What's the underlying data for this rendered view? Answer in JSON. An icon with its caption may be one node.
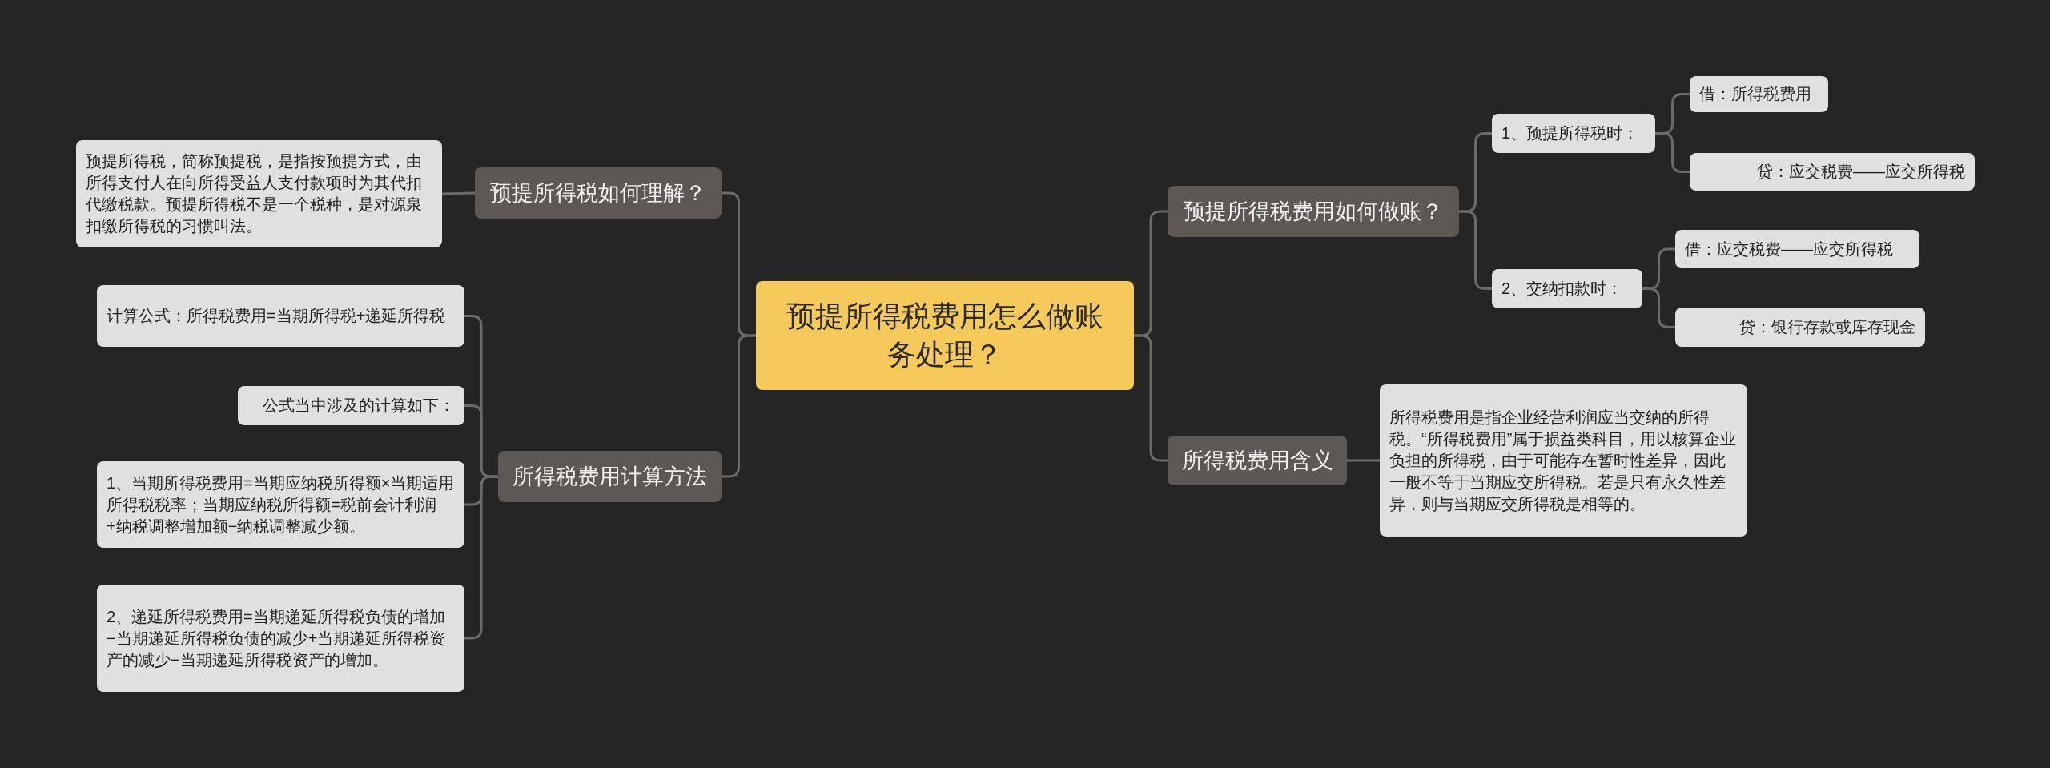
{
  "diagram": {
    "nodes": [
      {
        "text": [
          "预提所得税费用怎么做账务处理？"
        ]
      },
      {
        "text": [
          "预提所得税如何理解？"
        ]
      },
      {
        "text": [
          "预提所得税，简称预提税，是指按预提方式，由所得支付人在向所得受益人支付款项时为其代扣代缴税款。预提所得税不是一个税种，是对源泉扣缴所得税的习惯叫法。"
        ]
      },
      {
        "text": [
          "所得税费用计算方法"
        ]
      },
      {
        "text": [
          "计算公式：所得税费用=当期所得税+递延所得税"
        ]
      },
      {
        "text": [
          "公式当中涉及的计算如下："
        ]
      },
      {
        "text": [
          "1、当期所得税费用=当期应纳税所得额×当期适用所得税税率；当期应纳税所得额=税前会计利润+纳税调整增加额−纳税调整减少额。"
        ]
      },
      {
        "text": [
          "2、递延所得税费用=当期递延所得税负债的增加−当期递延所得税负债的减少+当期递延所得税资产的减少−当期递延所得税资产的增加。"
        ]
      },
      {
        "text": [
          "预提所得税费用如何做账？"
        ]
      },
      {
        "text": [
          "1、预提所得税时："
        ]
      },
      {
        "text": [
          "借：所得税费用"
        ]
      },
      {
        "text": [
          "贷：应交税费——应交所得税"
        ]
      },
      {
        "text": [
          "2、交纳扣款时："
        ]
      },
      {
        "text": [
          "借：应交税费——应交所得税"
        ]
      },
      {
        "text": [
          "贷：银行存款或库存现金"
        ]
      },
      {
        "text": [
          "所得税费用含义"
        ]
      },
      {
        "text": [
          "所得税费用是指企业经营利润应当交纳的所得税。“所得税费用”属于损益类科目，用以核算企业负担的所得税，由于可能存在暂时性差异，因此一般不等于当期应交所得税。若是只有永久性差异，则与当期应交所得税是相等的。"
        ]
      }
    ],
    "edges": [
      {
        "from": 0,
        "to": 1,
        "arrow": "none"
      },
      {
        "from": 1,
        "to": 2,
        "arrow": "none"
      },
      {
        "from": 0,
        "to": 3,
        "arrow": "none"
      },
      {
        "from": 3,
        "to": 4,
        "arrow": "none"
      },
      {
        "from": 3,
        "to": 5,
        "arrow": "none"
      },
      {
        "from": 3,
        "to": 6,
        "arrow": "none"
      },
      {
        "from": 3,
        "to": 7,
        "arrow": "none"
      },
      {
        "from": 0,
        "to": 8,
        "arrow": "none"
      },
      {
        "from": 8,
        "to": 9,
        "arrow": "none"
      },
      {
        "from": 9,
        "to": 10,
        "arrow": "none"
      },
      {
        "from": 9,
        "to": 11,
        "arrow": "none"
      },
      {
        "from": 8,
        "to": 12,
        "arrow": "none"
      },
      {
        "from": 12,
        "to": 13,
        "arrow": "none"
      },
      {
        "from": 12,
        "to": 14,
        "arrow": "none"
      },
      {
        "from": 0,
        "to": 15,
        "arrow": "none"
      },
      {
        "from": 15,
        "to": 16,
        "arrow": "none"
      }
    ]
  }
}
